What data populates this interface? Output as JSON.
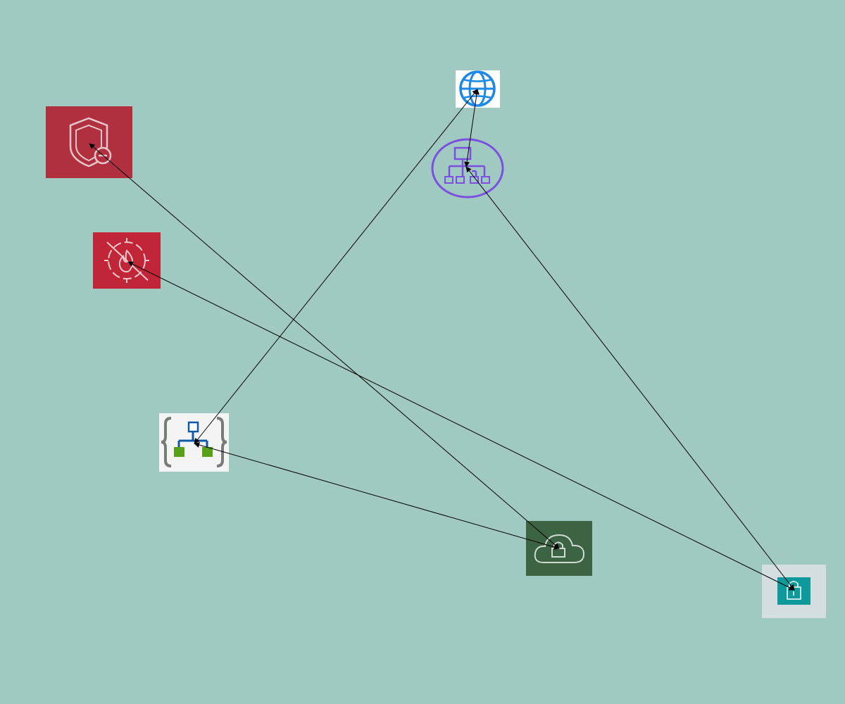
{
  "diagram": {
    "background": "#a0cac1",
    "edge_color": "#000000",
    "nodes": [
      {
        "id": "shield",
        "icon": "shield-minus-icon",
        "color": "#b03040"
      },
      {
        "id": "firewall",
        "icon": "firewall-blocked-icon",
        "color": "#c02538"
      },
      {
        "id": "globe",
        "icon": "globe-icon",
        "color": "#1e88e5"
      },
      {
        "id": "loadbalancer",
        "icon": "network-hierarchy-icon",
        "color": "#7b4fe0"
      },
      {
        "id": "logicapp",
        "icon": "logic-app-workflow-icon",
        "color": "#1158a6"
      },
      {
        "id": "vpncloud",
        "icon": "cloud-lock-icon",
        "color": "#3c6444"
      },
      {
        "id": "kms",
        "icon": "padlock-icon",
        "color": "#0e9a9a"
      }
    ],
    "edges": [
      {
        "from": "shield",
        "to": "vpncloud"
      },
      {
        "from": "firewall",
        "to": "kms"
      },
      {
        "from": "globe",
        "to": "logicapp"
      },
      {
        "from": "loadbalancer",
        "to": "globe"
      },
      {
        "from": "loadbalancer",
        "to": "kms"
      },
      {
        "from": "logicapp",
        "to": "vpncloud"
      }
    ]
  }
}
